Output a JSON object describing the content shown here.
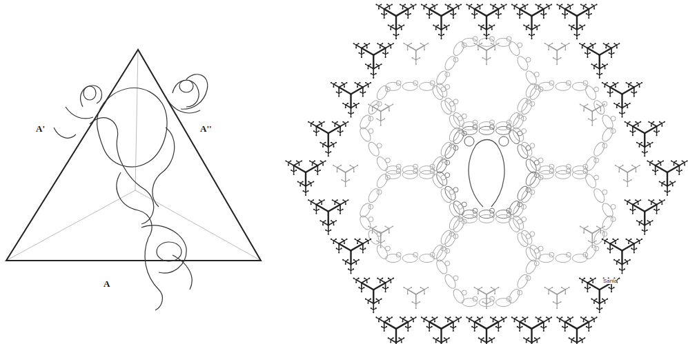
{
  "diagram": {
    "labels": [
      "A'",
      "A''",
      "A",
      "Sanla"
    ]
  }
}
